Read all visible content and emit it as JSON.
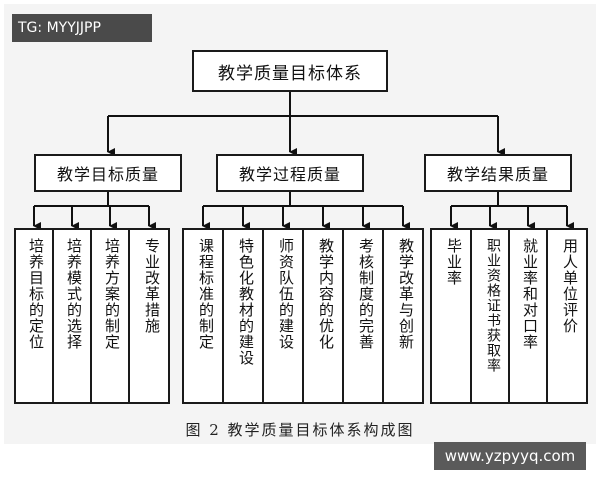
{
  "tag": "TG: MYYJJPP",
  "watermark": "www.yzpyyq.com",
  "caption": "图 2  教学质量目标体系构成图",
  "root": "教学质量目标体系",
  "groups": [
    {
      "label": "教学目标质量",
      "items": [
        "培养目标的定位",
        "培养模式的选择",
        "培养方案的制定",
        "专业改革措施"
      ]
    },
    {
      "label": "教学过程质量",
      "items": [
        "课程标准的制定",
        "特色化教材的建设",
        "师资队伍的建设",
        "教学内容的优化",
        "考核制度的完善",
        "教学改革与创新"
      ]
    },
    {
      "label": "教学结果质量",
      "items": [
        "毕业率",
        "职业资格证书获取率",
        "就业率和对口率",
        "用人单位评价"
      ]
    }
  ]
}
